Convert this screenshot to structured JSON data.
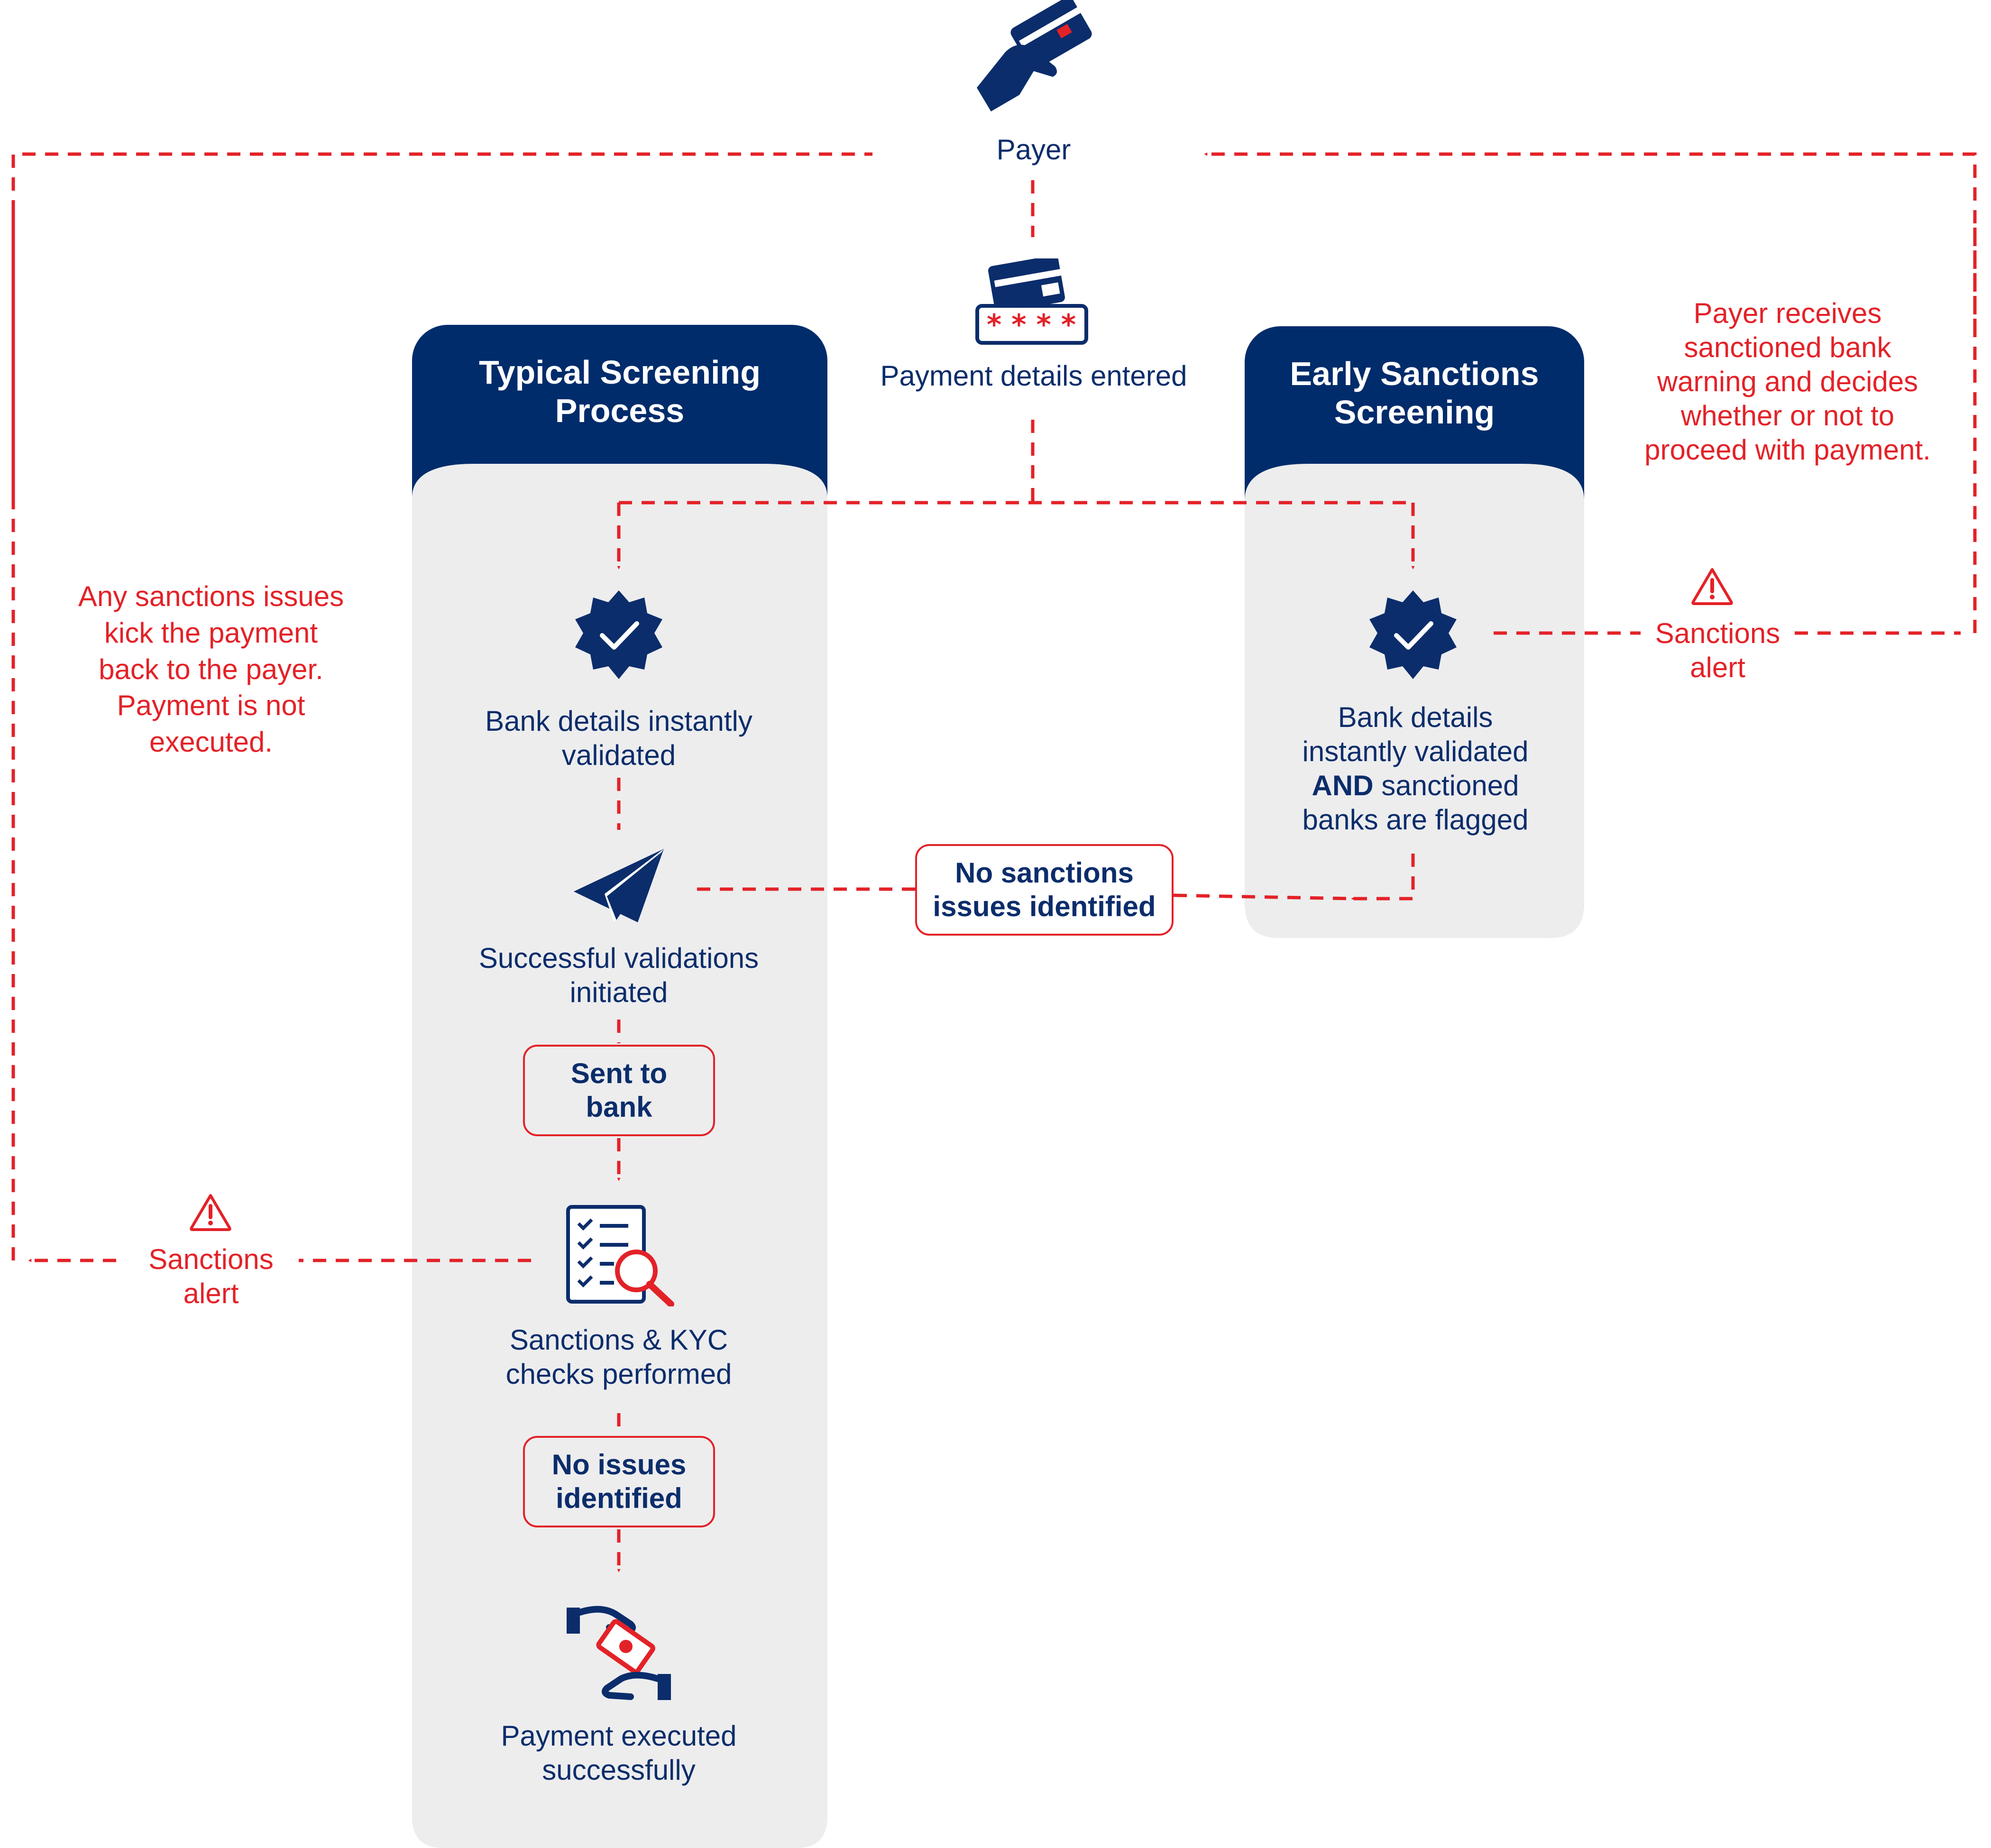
{
  "columns": {
    "typical_header": [
      "Typical Screening",
      "Process"
    ],
    "early_header": [
      "Early Sanctions",
      "Screening"
    ]
  },
  "top": {
    "payer": "Payer",
    "payment_details": "Payment details entered"
  },
  "typical": {
    "bank_validated": [
      "Bank details instantly",
      "validated"
    ],
    "successful_validations": [
      "Successful validations",
      "initiated"
    ],
    "sent_to_bank": [
      "Sent to",
      "bank"
    ],
    "checks_performed": [
      "Sanctions & KYC",
      "checks performed"
    ],
    "no_issues": [
      "No issues",
      "identified"
    ],
    "payment_executed": [
      "Payment executed",
      "successfully"
    ]
  },
  "early": {
    "validated_line1": "Bank details",
    "validated_line2": "instantly validated",
    "validated_and": "AND",
    "validated_line3_rest": " sanctioned",
    "validated_line4": "banks are flagged"
  },
  "middle": {
    "no_sanctions": [
      "No sanctions",
      "issues identified"
    ]
  },
  "alerts": {
    "right_alert": [
      "Sanctions",
      "alert"
    ],
    "left_alert": [
      "Sanctions",
      "alert"
    ]
  },
  "notes": {
    "left_note": [
      "Any sanctions issues",
      "kick the payment",
      "back to the payer.",
      "Payment is not",
      "executed."
    ],
    "right_note": [
      "Payer receives",
      "sanctioned bank",
      "warning and decides",
      "whether or not to",
      "proceed with payment."
    ]
  },
  "colors": {
    "navy": "#0b2d6b",
    "red": "#e32228",
    "panel": "#ededee"
  },
  "icons": [
    "hand-card-icon",
    "card-pin-icon",
    "verified-badge-icon",
    "paper-plane-icon",
    "checklist-search-icon",
    "cash-exchange-icon",
    "warning-icon"
  ]
}
